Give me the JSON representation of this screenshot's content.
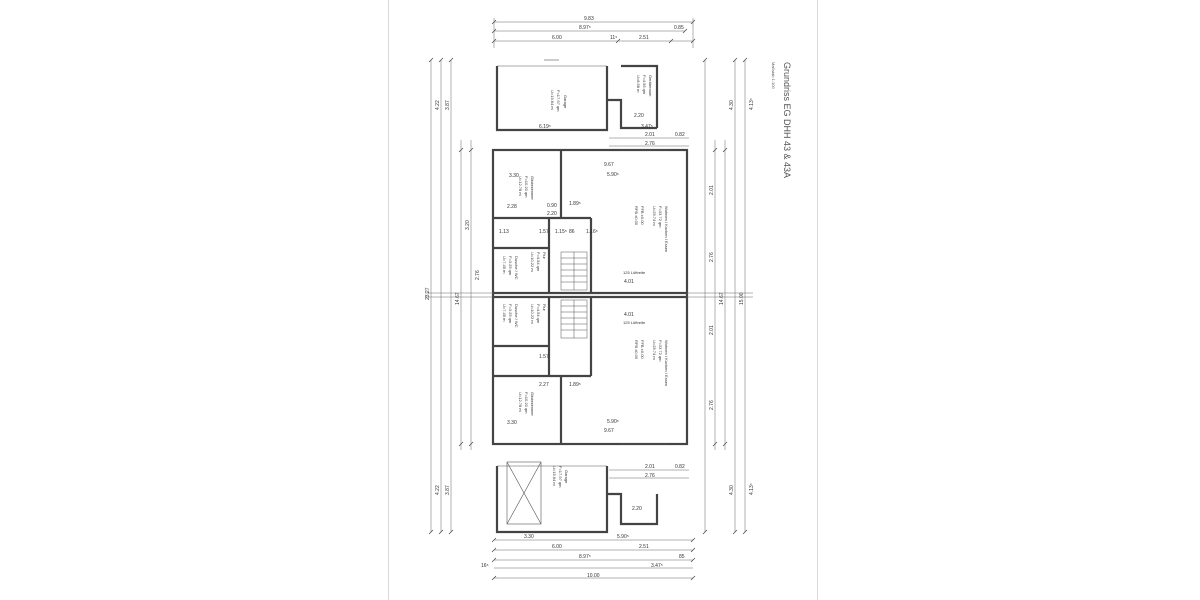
{
  "drawing": {
    "title": "Grundriss EG DHH 43 & 43A",
    "scale": "Maßstab 1:100"
  },
  "dimensions": {
    "top_total": "9.83",
    "top_inner": "8.97⁵",
    "top_600": "6.00",
    "top_251": "2.51",
    "top_085": "0.85",
    "top_115": "11⁵",
    "bottom_330": "3.30",
    "bottom_590": "5.90⁵",
    "bottom_600": "6.00",
    "bottom_251": "2.51",
    "bottom_897": "8.97⁵",
    "bottom_085": "85",
    "bottom_347": "3.47⁵",
    "bottom_total": "10.00",
    "bottom_16": "16⁵",
    "left_total": "23.27",
    "right_total": "15.00",
    "left_1467": "14.67",
    "right_1467": "14.67",
    "left_422": "4.22",
    "left_387": "3.87",
    "left_bottom_422": "4.22",
    "left_bottom_387": "3.87",
    "right_430": "4.30",
    "right_413": "4.13⁵",
    "right_bottom_430": "4.30",
    "right_bottom_413": "4.13⁵",
    "left_320": "3.20",
    "left_276": "2.76",
    "right_201": "2.01",
    "right_276": "2.76",
    "right_201b": "2.01",
    "right_276b": "2.76",
    "dim_967_top": "9.67",
    "dim_967_bottom": "9.67",
    "dim_330_top": "3.30",
    "dim_590_top": "5.90⁵",
    "dim_228": "2.28",
    "dim_227": "2.27",
    "dim_189_top": "1.89⁵",
    "dim_189_bottom": "1.89⁵",
    "dim_157_top": "1.57",
    "dim_157_bottom": "1.57",
    "dim_401_top": "4.01",
    "dim_401_bottom": "4.01",
    "dim_619": "6.19⁵",
    "dim_347_top": "3.47⁵",
    "dim_276_top": "2.76",
    "dim_276_bottom": "2.76",
    "dim_201_top": "2.01",
    "dim_201_bottom": "2.01",
    "dim_082_top": "0.82",
    "dim_082_bottom": "0.82",
    "dim_220_top": "2.20",
    "dim_220_bottom": "2.20",
    "dim_090": "0.90",
    "dim_220_a": "2.20",
    "dim_113": "1.13",
    "dim_115": "1.15⁵",
    "dim_086": "86",
    "dim_116": "1.16⁵",
    "window_top": "125 Lüftreite",
    "window_bottom": "125 Lüftreite"
  },
  "rooms": {
    "garage_top": {
      "name": "Garage",
      "area": "F=17.97 qm",
      "perimeter": "U=19.64 m"
    },
    "geraete_top": {
      "name": "Geräteraum",
      "area": "F=4.95 qm",
      "perimeter": "U=8.98 m"
    },
    "kind_top": {
      "name": "Gästezimmer",
      "area": "F=10.20 qm",
      "perimeter": "U=12.78 m"
    },
    "wohnen_top": {
      "name": "Wohnen / Kochen / Essen",
      "area": "F=33.72 qm",
      "perimeter": "U=25.74 m",
      "label": "FFB ±0.00",
      "label2": "RFB ±0.00"
    },
    "dusche_top": {
      "name": "Dusche / WC",
      "area": "F=3.25 qm",
      "perimeter": "U=7.45 m"
    },
    "flur_top": {
      "name": "Flur",
      "area": "F=4.54 qm",
      "perimeter": "U=10.22 m"
    },
    "flur_bottom": {
      "name": "Flur",
      "area": "F=4.54 qm",
      "perimeter": "U=10.22 m"
    },
    "dusche_bottom": {
      "name": "Dusche / WC",
      "area": "F=3.25 qm",
      "perimeter": "U=7.45 m"
    },
    "wohnen_bottom": {
      "name": "Wohnen / Kochen / Essen",
      "area": "F=33.72 qm",
      "perimeter": "U=25.74 m",
      "label": "FFB ±0.00",
      "label2": "RFB ±0.00"
    },
    "kind_bottom": {
      "name": "Gästezimmer",
      "area": "F=10.20 qm",
      "perimeter": "U=12.78 m"
    },
    "garage_bottom": {
      "name": "Garage",
      "area": "F=17.97 qm",
      "perimeter": "U=19.64 m"
    }
  }
}
